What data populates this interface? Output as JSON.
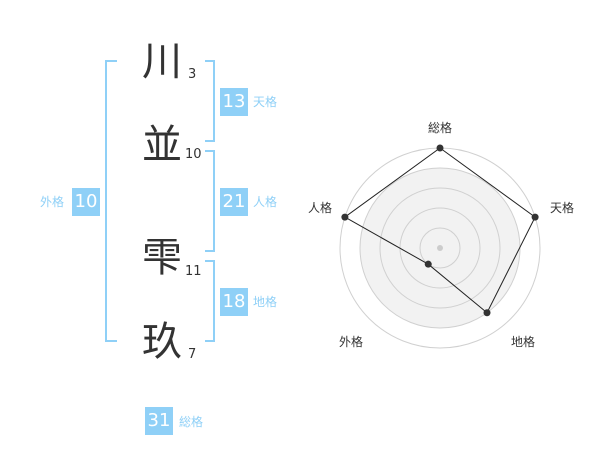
{
  "characters": [
    {
      "char": "川",
      "strokes": "3"
    },
    {
      "char": "並",
      "strokes": "10"
    },
    {
      "char": "雫",
      "strokes": "11"
    },
    {
      "char": "玖",
      "strokes": "7"
    }
  ],
  "fortunes": {
    "tenkaku": {
      "value": "13",
      "label": "天格"
    },
    "jinkaku": {
      "value": "21",
      "label": "人格"
    },
    "chikaku": {
      "value": "18",
      "label": "地格"
    },
    "gaikaku": {
      "value": "10",
      "label": "外格"
    },
    "soukaku": {
      "value": "31",
      "label": "総格"
    }
  },
  "colors": {
    "accent": "#8fd0f7",
    "text": "#333333",
    "radar_fill": "#f2f2f2"
  },
  "chart_data": {
    "type": "radar",
    "axes": [
      "総格",
      "天格",
      "地格",
      "外格",
      "人格"
    ],
    "values": [
      5,
      5,
      4,
      1,
      5
    ],
    "max": 5
  }
}
